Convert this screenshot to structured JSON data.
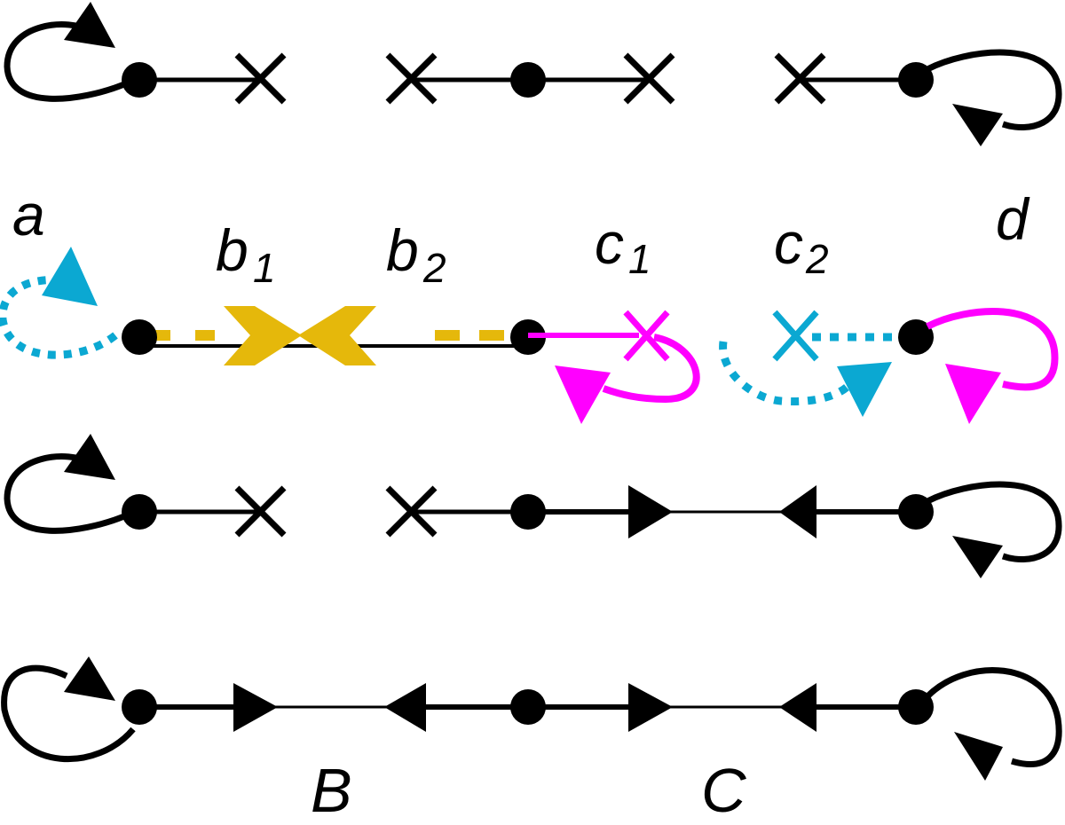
{
  "colors": {
    "black": "#000000",
    "gold": "#e5b80b",
    "cyan": "#0ba8d2",
    "magenta": "#ff00ff"
  },
  "labels": {
    "a": "a",
    "b": "b",
    "b1_sub": "1",
    "b2_sub": "2",
    "c": "c",
    "c1_sub": "1",
    "c2_sub": "2",
    "d": "d",
    "B": "B",
    "C": "C"
  },
  "rows": [
    {
      "name": "row-1",
      "description": "fixed point a with loop, saddle-nodes annihilated (crosses)"
    },
    {
      "name": "row-2",
      "description": "bifurcation labels a, b1, b2, c1, c2, d with colored flows"
    },
    {
      "name": "row-3",
      "description": "partial connection"
    },
    {
      "name": "row-4",
      "description": "full connection with intervals B and C"
    }
  ]
}
